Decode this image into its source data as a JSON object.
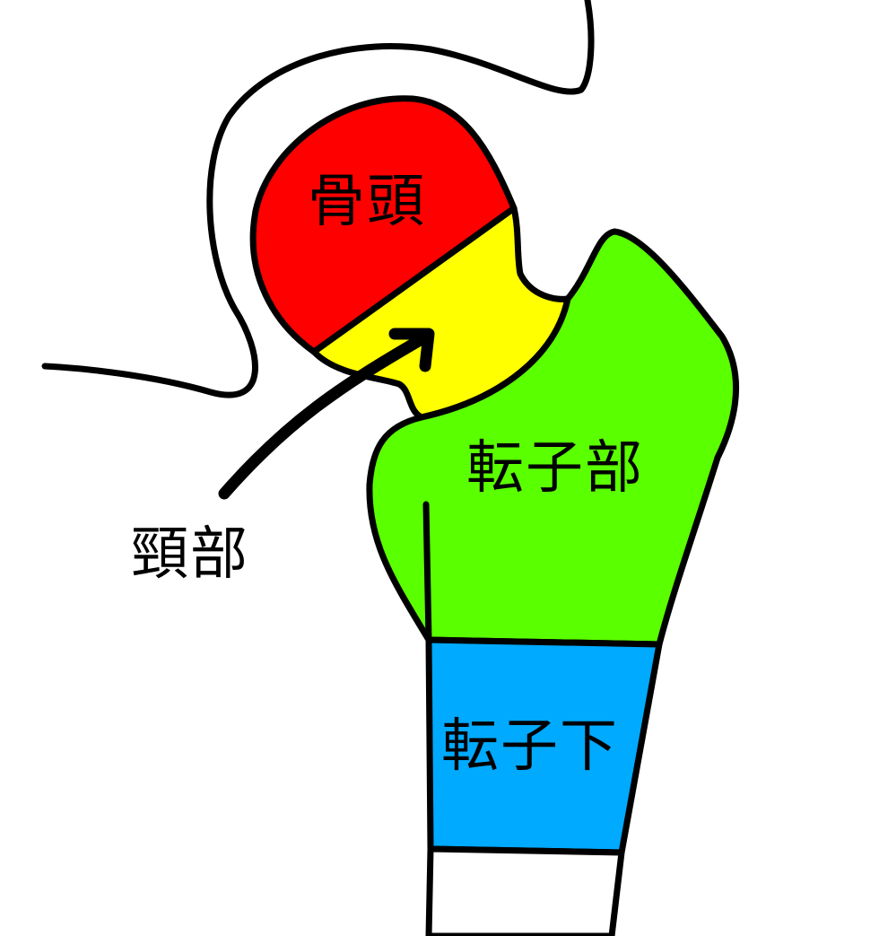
{
  "labels": {
    "head": "骨頭",
    "neck": "頸部",
    "trochanter": "転子部",
    "subtrochanter": "転子下"
  },
  "colors": {
    "head": "#ff0000",
    "neck": "#ffff00",
    "trochanter": "#5aff00",
    "subtrochanter": "#00aaff",
    "outline": "#000000",
    "background": "#ffffff"
  }
}
